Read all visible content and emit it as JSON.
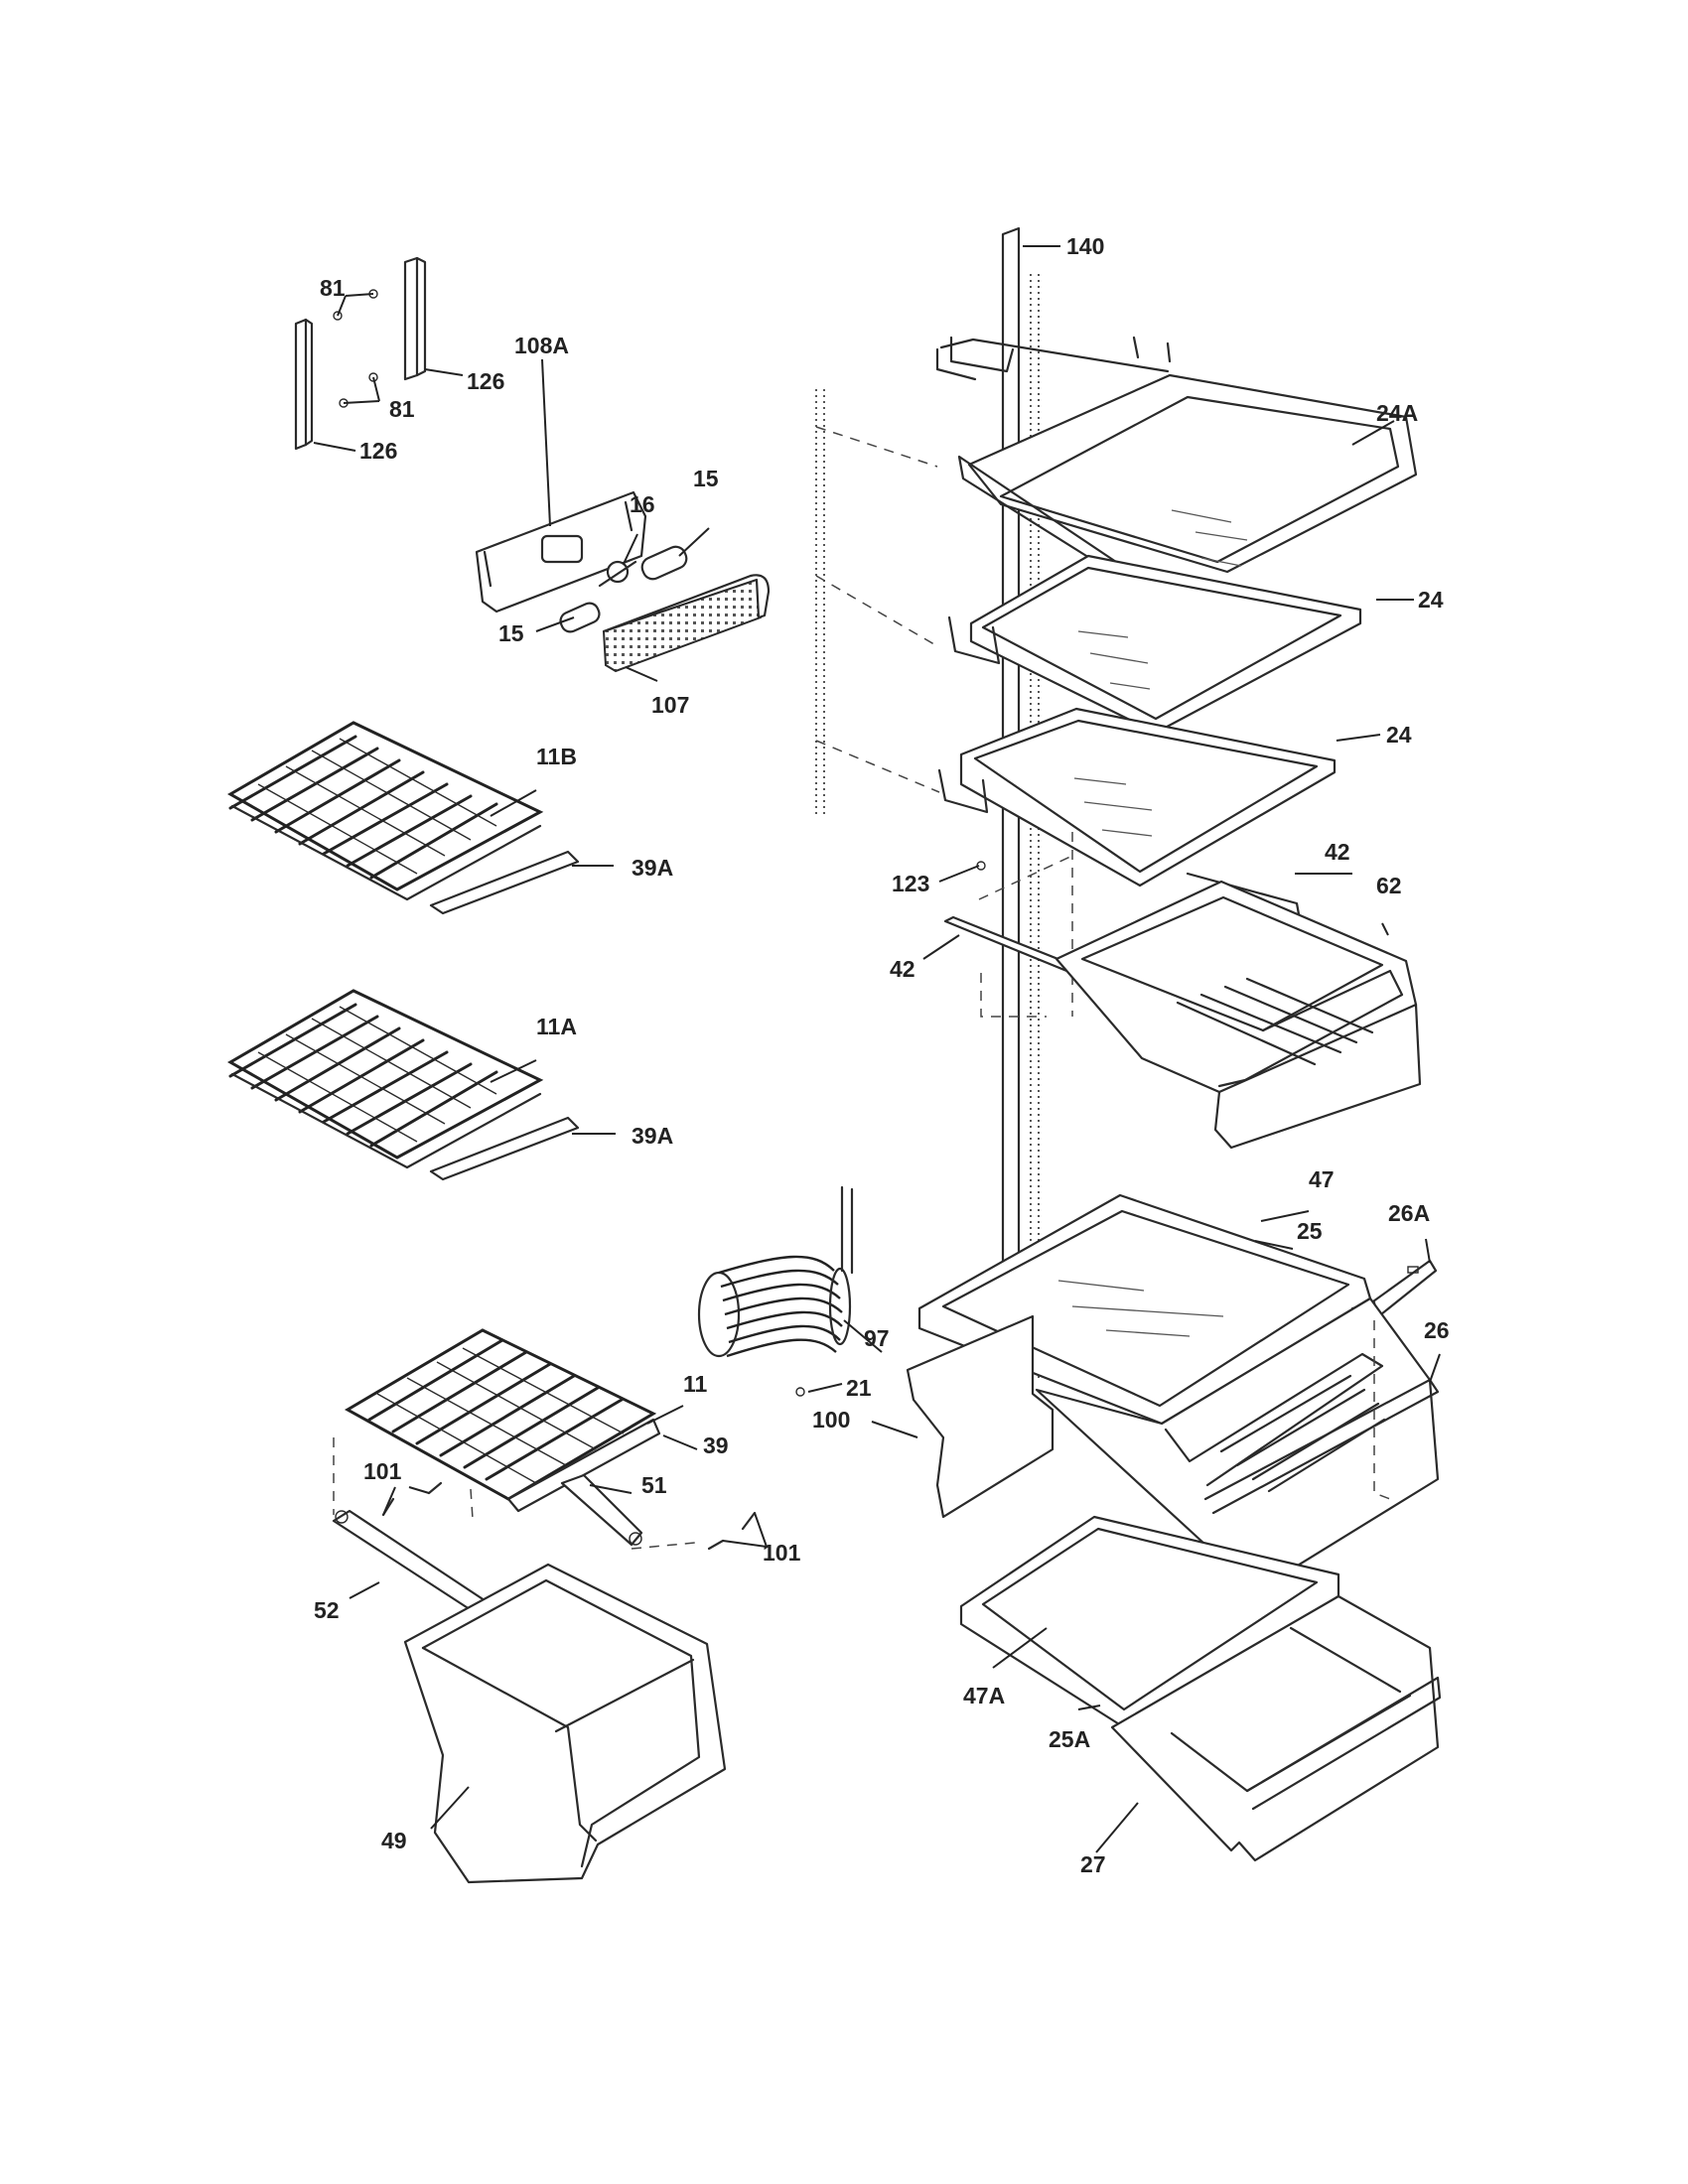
{
  "labels": {
    "l140": "140",
    "l81a": "81",
    "l81b": "81",
    "l126a": "126",
    "l126b": "126",
    "l24A": "24A",
    "l108A": "108A",
    "l16": "16",
    "l15a": "15",
    "l15b": "15",
    "l107": "107",
    "l24a": "24",
    "l24b": "24",
    "l11B": "11B",
    "l39Aa": "39A",
    "l123": "123",
    "l42a": "42",
    "l62": "62",
    "l42b": "42",
    "l11A": "11A",
    "l39Ab": "39A",
    "l47": "47",
    "l25": "25",
    "l26A": "26A",
    "l97": "97",
    "l26": "26",
    "l21": "21",
    "l11": "11",
    "l100": "100",
    "l39": "39",
    "l101a": "101",
    "l51": "51",
    "l101b": "101",
    "l52": "52",
    "l47A": "47A",
    "l25A": "25A",
    "l49": "49",
    "l27": "27"
  }
}
